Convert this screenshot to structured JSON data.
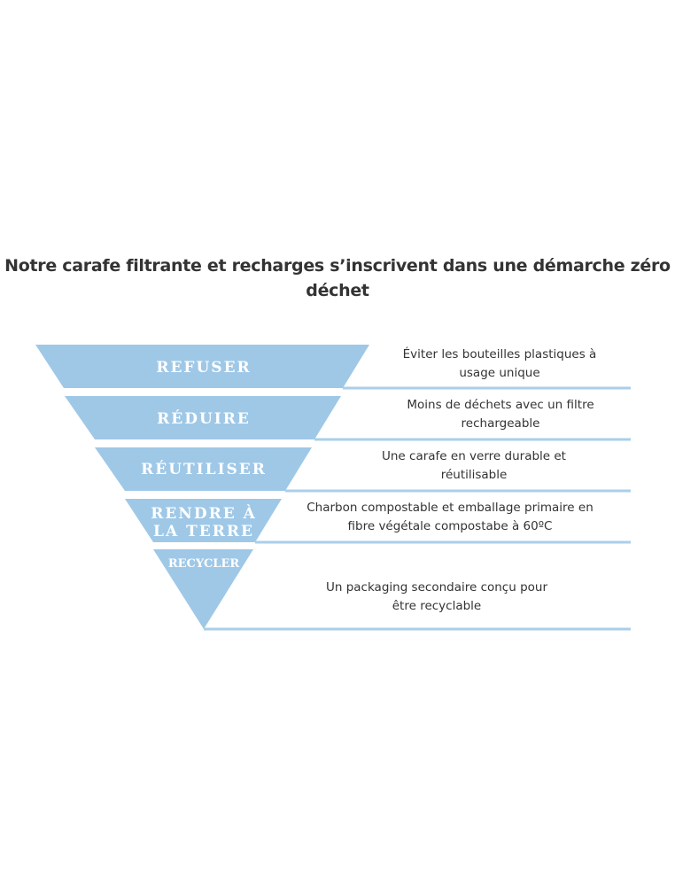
{
  "title": "Notre carafe filtrante et recharges s’inscrivent dans une démarche zéro déchet",
  "colors": {
    "fill": "#9fc8e7",
    "line": "#a9cfea",
    "text": "#333333"
  },
  "levels": [
    {
      "label": "REFUSER",
      "description": "Éviter les bouteilles plastiques à usage unique"
    },
    {
      "label": "RÉDUIRE",
      "description": "Moins de déchets avec un filtre rechargeable"
    },
    {
      "label": "RÉUTILISER",
      "description": "Une carafe en verre durable et réutilisable"
    },
    {
      "label": "RENDRE À LA TERRE",
      "description": "Charbon compostable et emballage primaire en fibre végétale compostabe à 60ºC"
    },
    {
      "label": "RECYCLER",
      "description": "Un packaging secondaire conçu pour être recyclable"
    }
  ]
}
